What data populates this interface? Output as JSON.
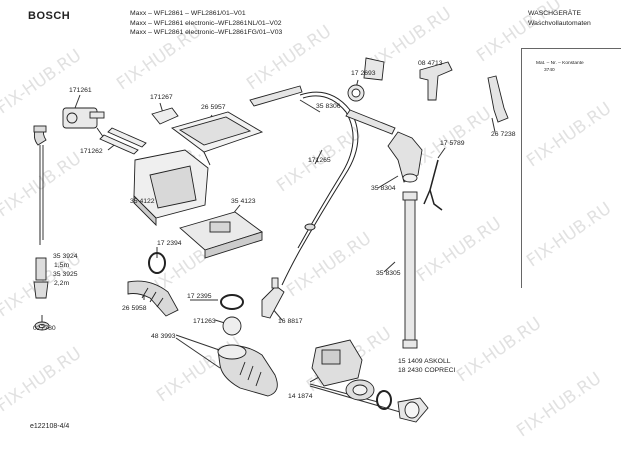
{
  "header": {
    "brand": "BOSCH",
    "models": [
      "Maxx – WFL2861 – WFL2861/01–V01",
      "Maxx – WFL2861 electronic–WFL2861NL/01–V02",
      "Maxx – WFL2861 electronic–WFL2861FG/01–V03"
    ],
    "category_line1": "WASCHGERÄTE",
    "category_line2": "Waschvollautomaten",
    "material_line1": "Mat. – Nr. – Konstante",
    "material_line2": "3740"
  },
  "watermark": "FIX-HUB.RU",
  "part_labels": [
    "171261",
    "171267",
    "26 5957",
    "17 2693",
    "08 4713",
    "35 8306",
    "26 7238",
    "171262",
    "17 5789",
    "171265",
    "35 4122",
    "35 4123",
    "35 8304",
    "17 2394",
    "35 3924",
    "1,5m",
    "35 3925",
    "2,2m",
    "35 8305",
    "17 2395",
    "26 5958",
    "171263",
    "16 8817",
    "48 3993",
    "027780",
    "15 1409 ASKOLL",
    "18 2430 COPRECI",
    "14 1874"
  ],
  "footer": "e122108-4/4"
}
